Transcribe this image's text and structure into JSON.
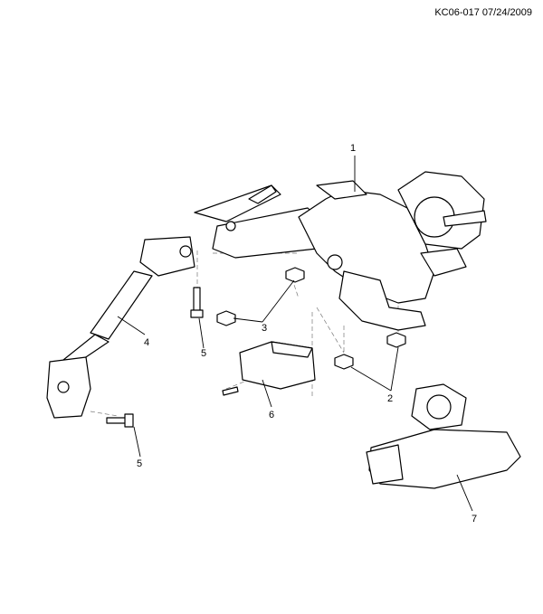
{
  "document_id": "KC06-017 07/24/2009",
  "callouts": {
    "c1": "1",
    "c2": "2",
    "c3": "3",
    "c4": "4",
    "c5a": "5",
    "c5b": "5",
    "c6": "6",
    "c7": "7"
  }
}
